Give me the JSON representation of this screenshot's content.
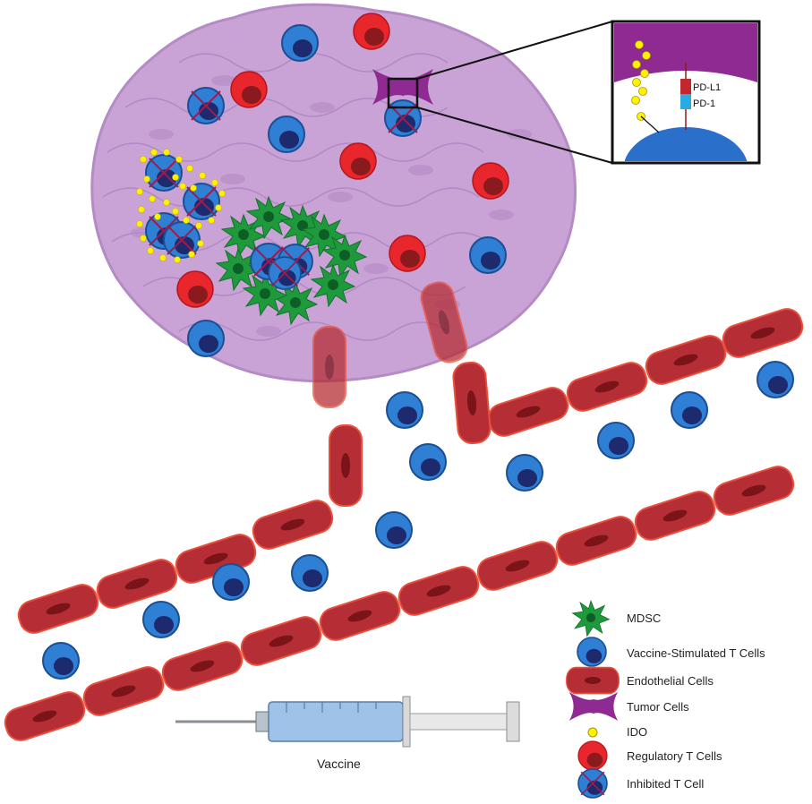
{
  "diagram": {
    "inset": {
      "labels": [
        "PD-L1",
        "PD-1"
      ],
      "colors": {
        "pdl1": "#c1272d",
        "pd1": "#29abe2",
        "tumor": "#8e2a91",
        "tcell": "#2a6fc9",
        "ido": "#fff200"
      }
    },
    "legend": {
      "items": [
        {
          "icon": "mdsc-icon",
          "label": "MDSC"
        },
        {
          "icon": "tcell-icon",
          "label": "Vaccine-Stimulated T Cells"
        },
        {
          "icon": "endothelial-icon",
          "label": "Endothelial Cells"
        },
        {
          "icon": "tumor-cell-icon",
          "label": "Tumor Cells"
        },
        {
          "icon": "ido-icon",
          "label": "IDO"
        },
        {
          "icon": "treg-icon",
          "label": "Regulatory T Cells"
        },
        {
          "icon": "inhibited-tcell-icon",
          "label": "Inhibited T Cell"
        }
      ]
    },
    "syringe": {
      "label": "Vaccine",
      "icon": "syringe-icon"
    },
    "colors": {
      "tumor_mass": "#c9a2d6",
      "tumor_cell": "#8e2a91",
      "tcell_outer": "#2f7fd4",
      "tcell_inner": "#1d2a6e",
      "treg_outer": "#e8262c",
      "treg_inner": "#8b1a1e",
      "mdsc": "#1e9a3c",
      "endothelial": "#b52e35",
      "endothelial_edge": "#e24a3a",
      "ido": "#fff200"
    }
  }
}
